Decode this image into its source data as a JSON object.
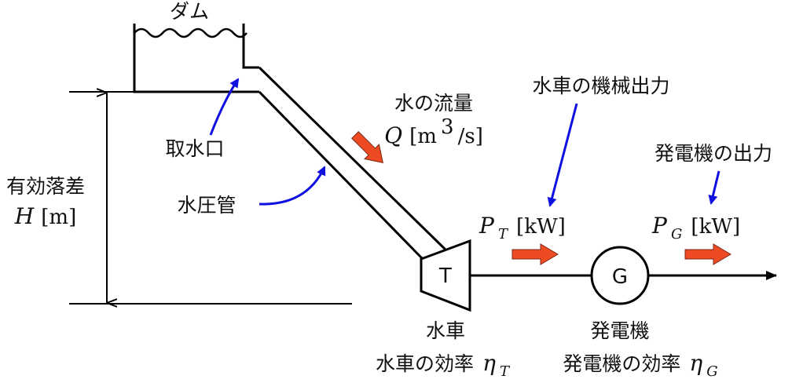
{
  "colors": {
    "line": "#000000",
    "pointer": "#1010e0",
    "flow_arrow": "#ee4a24",
    "flow_arrow_stroke": "#7a2a14"
  },
  "labels": {
    "dam": "ダム",
    "intake": "取水口",
    "penstock": "水圧管",
    "head_title": "有効落差",
    "head_symbol": "H",
    "head_unit": "[m]",
    "flow_title": "水の流量",
    "flow_symbol": "Q",
    "flow_unit_open": "[m",
    "flow_unit_exp": "3",
    "flow_unit_close": "/s]",
    "turbine_output": "水車の機械出力",
    "generator_output": "発電機の出力",
    "turbine_power_symbol": "P",
    "turbine_power_sub": "T",
    "turbine_power_unit": "[kW]",
    "generator_power_symbol": "P",
    "generator_power_sub": "G",
    "generator_power_unit": "[kW]",
    "turbine_letter": "T",
    "generator_letter": "G",
    "turbine_name": "水車",
    "turbine_eff_text": "水車の効率",
    "turbine_eff_symbol": "η",
    "turbine_eff_sub": "T",
    "generator_name": "発電機",
    "generator_eff_text": "発電機の効率",
    "generator_eff_symbol": "η",
    "generator_eff_sub": "G"
  }
}
